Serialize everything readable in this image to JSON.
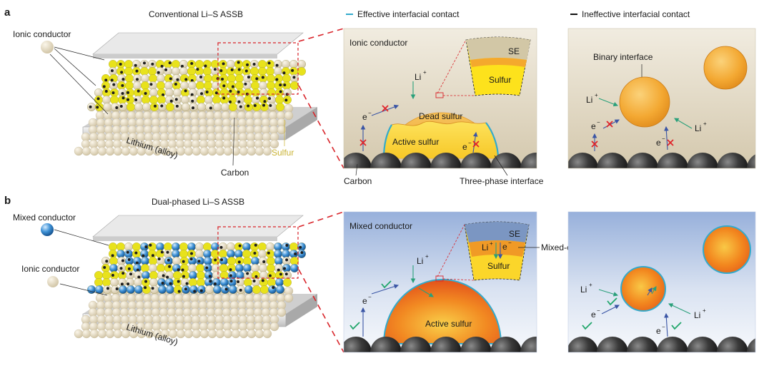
{
  "panel_a": {
    "letter": "a",
    "title": "Conventional Li–S ASSB",
    "ionic_conductor_label": "Ionic conductor",
    "lithium_label": "Lithium (alloy)",
    "sulfur_label": "Sulfur",
    "carbon_label": "Carbon",
    "legend_effective": "Effective interfacial contact",
    "legend_ineffective": "Ineffective interfacial contact",
    "zoom": {
      "matrix_label": "Ionic conductor",
      "dead_sulfur": "Dead sulfur",
      "active_sulfur": "Active sulfur",
      "carbon": "Carbon",
      "three_phase": "Three-phase interface",
      "inset_se": "SE",
      "inset_sulfur": "Sulfur",
      "li": "Li",
      "li_charge": "+",
      "electron": "e",
      "electron_charge": "−"
    },
    "right": {
      "binary_interface": "Binary interface",
      "li": "Li",
      "li_charge": "+",
      "electron": "e",
      "electron_charge": "−"
    }
  },
  "panel_b": {
    "letter": "b",
    "title": "Dual-phased Li–S ASSB",
    "mixed_conductor_label": "Mixed conductor",
    "ionic_conductor_label": "Ionic conductor",
    "lithium_label": "Lithium (alloy)",
    "zoom": {
      "matrix_label": "Mixed conductor",
      "active_sulfur": "Active sulfur",
      "inset_se": "SE",
      "inset_sulfur": "Sulfur",
      "domain_label": "Mixed-conduction domain",
      "li": "Li",
      "li_charge": "+",
      "electron": "e",
      "electron_charge": "−"
    },
    "right": {
      "li": "Li",
      "li_charge": "+",
      "electron": "e",
      "electron_charge": "−"
    }
  },
  "colors": {
    "ionic_bead": "#e6dcc4",
    "sulfur_bead": "#e8e21c",
    "mixed_bead": "#3a8ed0",
    "carbon": "#262626",
    "legend_effective": "#33aacc",
    "legend_ineffective": "#111111",
    "zoom_bg_top": "#efeadb",
    "zoom_bg_bottom": "#d9ceb4",
    "mixed_bg_top": "#9fb6dd",
    "mixed_bg_bottom": "#f2f5fb",
    "sulfur_particle": "#f2a531",
    "active_sulfur_b": "#f07a1d",
    "cross": "#e0242a",
    "check": "#21a66b",
    "li_arrow": "#2aa07a",
    "e_arrow": "#3a55a5",
    "callout_dash": "#d9252b"
  }
}
